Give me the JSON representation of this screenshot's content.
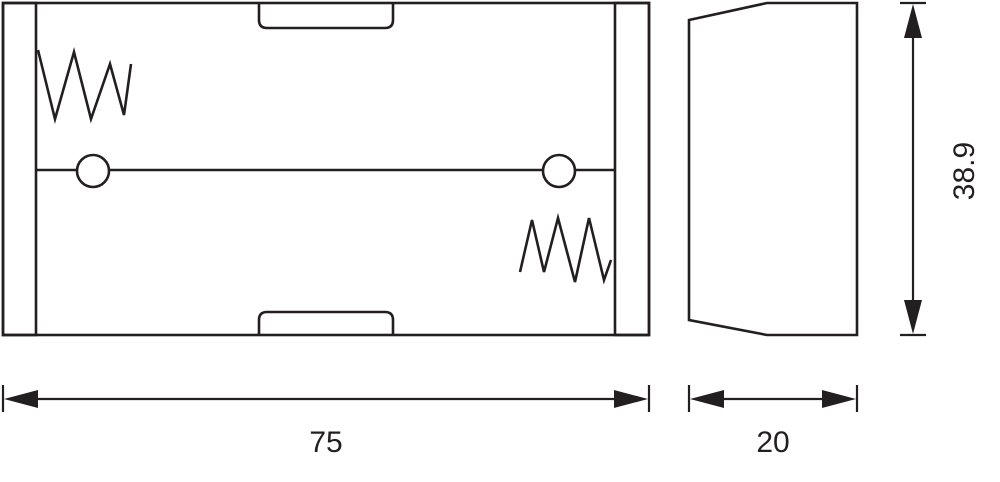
{
  "dimensions": {
    "length": "75",
    "depth": "20",
    "height": "38.9"
  },
  "colors": {
    "line": "#231f20",
    "background": "#ffffff"
  }
}
